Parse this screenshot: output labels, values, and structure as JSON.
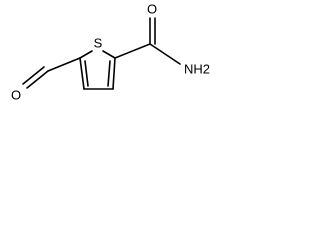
{
  "molecule": {
    "atoms": {
      "sulfur": "S",
      "carbonyl_oxygen_amide": "O",
      "amine": "NH2",
      "aldehyde_oxygen": "O"
    },
    "colors": {
      "bond": "#000000",
      "label": "#000000",
      "background": "#ffffff"
    }
  }
}
